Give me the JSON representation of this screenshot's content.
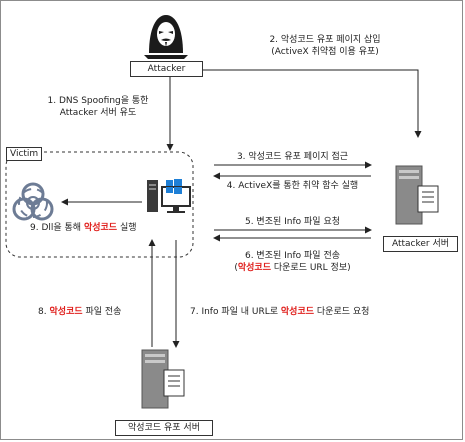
{
  "nodes": {
    "attacker": "Attacker",
    "victim": "Victim",
    "attacker_server": "Attacker 서버",
    "malware_server": "악성코드 유포 서버"
  },
  "steps": {
    "s1_line1": "1. DNS Spoofing을 통한",
    "s1_line2": "Attacker 서버 유도",
    "s2_line1": "2. 악성코드 유포 페이지 삽입",
    "s2_line2": "(ActiveX 취약점 이용 유포)",
    "s3": "3. 악성코드 유포 페이지 접근",
    "s4": "4. ActiveX를 통한 취약 함수 실행",
    "s5": "5. 변조된 Info 파일 요청",
    "s6_line1": "6. 변조된 Info 파일 전송",
    "s6_line2_open": "(",
    "s6_line2_red": "악성코드",
    "s6_line2_rest": " 다운로드 URL 정보)",
    "s7_pre": "7. Info 파일 내 URL로 ",
    "s7_red": "악성코드",
    "s7_post": " 다운로드 요청",
    "s8_pre": "8. ",
    "s8_red": "악성코드",
    "s8_post": " 파일 전송",
    "s9_pre": "9. Dll을 통해 ",
    "s9_red": "악성코드",
    "s9_post": " 실행"
  },
  "colors": {
    "highlight": "#e0201d",
    "line": "#222222",
    "server_body": "#8a8a8a",
    "windows_logo": "#1e7fd6"
  }
}
